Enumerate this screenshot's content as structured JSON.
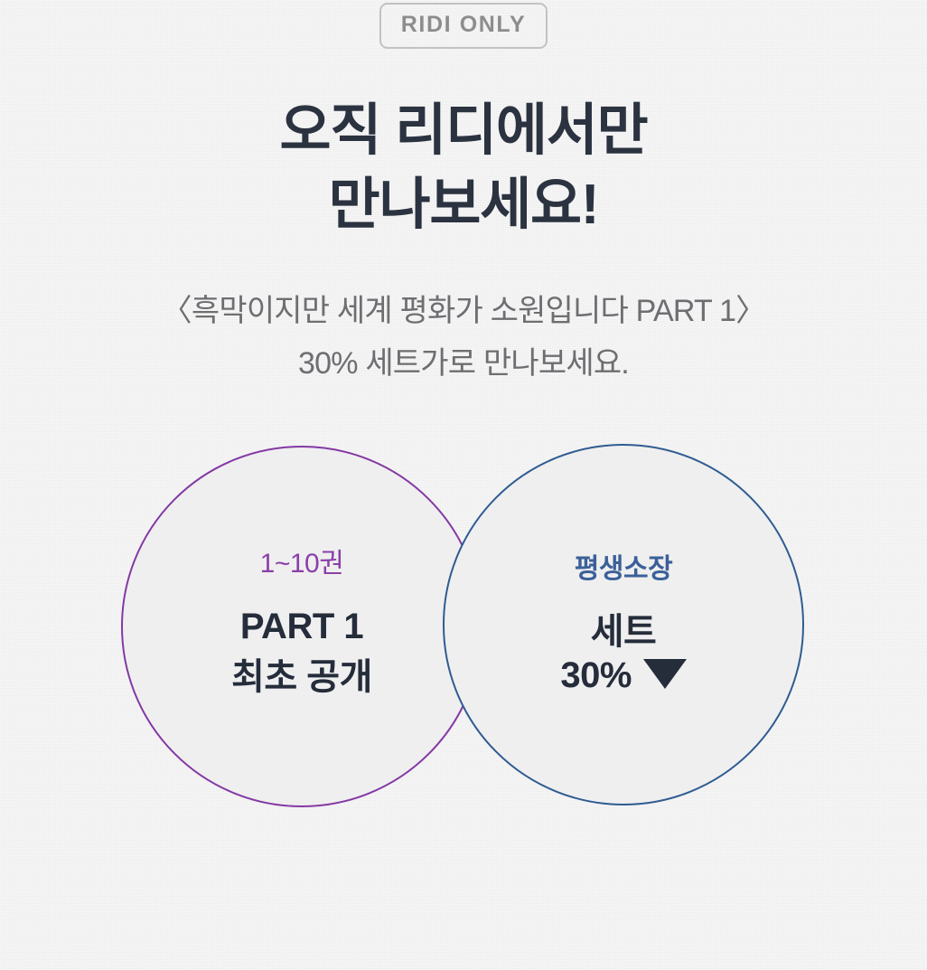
{
  "badge": {
    "label": "RIDI ONLY"
  },
  "headline": {
    "line1": "오직 리디에서만",
    "line2": "만나보세요!"
  },
  "subtitle": {
    "line1": "〈흑막이지만 세계 평화가 소원입니다 PART 1〉",
    "line2": "30% 세트가로 만나보세요."
  },
  "circles": {
    "left": {
      "eyebrow": "1~10권",
      "main_line1": "PART 1",
      "main_line2": "최초 공개",
      "accent_color": "#8b3fa8",
      "border_color": "#8439a4"
    },
    "right": {
      "eyebrow": "평생소장",
      "main_line1": "세트",
      "main_line2_value": "30%",
      "main_line2_icon": "triangle-down-icon",
      "accent_color": "#3b6099",
      "border_color": "#2f5c91"
    }
  },
  "theme": {
    "background": "#f1f1f1",
    "headline_color": "#2b3240",
    "subtitle_color": "#6e6e72",
    "badge_border": "#c2c2c2",
    "badge_text": "#8d8d8d",
    "circle_fill": "#efeff0",
    "circle_text": "#252c3a"
  }
}
